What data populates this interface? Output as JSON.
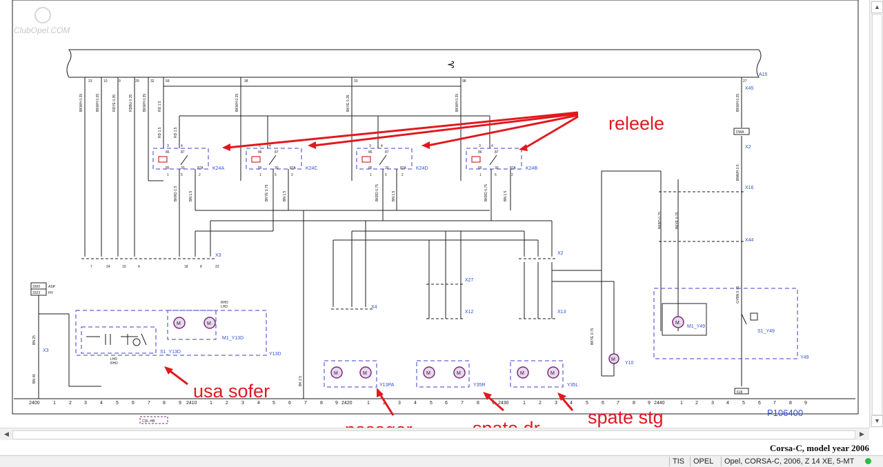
{
  "diagram": {
    "header_module": "A15",
    "header_symbol": "⊰",
    "connectors_top": [
      "X45",
      "X2",
      "X16",
      "X44"
    ],
    "top_pins": [
      "23",
      "10",
      "9",
      "29",
      "32",
      "59",
      "38",
      "33",
      "98",
      "27"
    ],
    "dwa_label": "DWA",
    "relays": [
      {
        "id": "K24A",
        "pins_top": [
          "3",
          "4"
        ],
        "pins_mid": [
          "86",
          "87",
          "85",
          "30",
          "87A"
        ],
        "pins_bot": [
          "1",
          "5",
          "2"
        ]
      },
      {
        "id": "K24C",
        "pins_top": [
          "3",
          "4"
        ],
        "pins_mid": [
          "86",
          "87",
          "85",
          "30",
          "87A"
        ],
        "pins_bot": [
          "1",
          "5",
          "2"
        ]
      },
      {
        "id": "K24D",
        "pins_top": [
          "3",
          "4"
        ],
        "pins_mid": [
          "86",
          "87",
          "85",
          "30",
          "87A"
        ],
        "pins_bot": [
          "1",
          "5",
          "2"
        ]
      },
      {
        "id": "K24B",
        "pins_top": [
          "3",
          "4"
        ],
        "pins_mid": [
          "86",
          "87",
          "85",
          "30",
          "87A"
        ],
        "pins_bot": [
          "1",
          "5",
          "2"
        ]
      }
    ],
    "wire_codes": [
      "BKWH 0.35",
      "BKWH 0.35",
      "RDYE 0.35",
      "RDBU 0.35",
      "BKWH 0.35",
      "RD 1.5",
      "BKWH 0.35",
      "BKYE 0.35",
      "BKWH 0.35",
      "BKWH 0.35",
      "BNWH 0.5",
      "RD 1.5",
      "RD 1.5",
      "BKRD 1.5",
      "BN 1.5",
      "BKYE 0.75",
      "BN 1.5",
      "BKRD 0.75",
      "BN 1.5",
      "BKRD 0.75",
      "BN 1.5",
      "BK 2.5",
      "BN 25",
      "BN 46",
      "BKYE 0.75",
      "BKRD 0.75",
      "GYBN 0.75",
      "BKYE 0.75"
    ],
    "connectors_mid": [
      "X3",
      "X4",
      "X27",
      "X12",
      "X2",
      "X13"
    ],
    "x3_pins": [
      "7",
      "24",
      "10",
      "4",
      "18",
      "8",
      "22"
    ],
    "asp_labels": [
      "3300",
      "3323",
      "ASP",
      "FH"
    ],
    "components": [
      "S1_Y13D",
      "M1_Y13D",
      "Y13D",
      "Y13PA",
      "Y35R",
      "Y35L",
      "Y10",
      "M1_Y49",
      "S1_Y49",
      "Y49"
    ],
    "rhd_lhd": [
      "RHD",
      "LHD",
      "LHD",
      "RHD"
    ],
    "motor_symbol": "M",
    "ruler": [
      "2400",
      "1",
      "2",
      "3",
      "4",
      "5",
      "6",
      "7",
      "8",
      "9",
      "2410",
      "1",
      "2",
      "3",
      "4",
      "5",
      "6",
      "7",
      "8",
      "9",
      "2420",
      "1",
      "2",
      "3",
      "4",
      "5",
      "6",
      "7",
      "8",
      "9",
      "2430",
      "1",
      "2",
      "3",
      "4",
      "5",
      "6",
      "7",
      "8",
      "9",
      "2440",
      "1",
      "2",
      "3",
      "4",
      "5",
      "6",
      "7",
      "8",
      "9"
    ],
    "page_ref": "P106400",
    "cdl_tag": "CDL-HB",
    "ground_pin": "618",
    "watermark": "ClubOpel.COM"
  },
  "annotations": {
    "releele": "releele",
    "usa_sofer": "usa sofer",
    "pasager": "pasager",
    "spate_dr": "spate dr",
    "spate_stg": "spate stg",
    "color": "#e0191f"
  },
  "footer": {
    "title": "Corsa-C, model year 2006"
  },
  "statusbar": {
    "tis": "TIS",
    "brand": "OPEL",
    "vehicle": "Opel, CORSA-C, 2006, Z 14 XE, 5-MT"
  },
  "scroll": {
    "up": "▲",
    "down": "▼",
    "left": "◀",
    "right": "▶"
  }
}
